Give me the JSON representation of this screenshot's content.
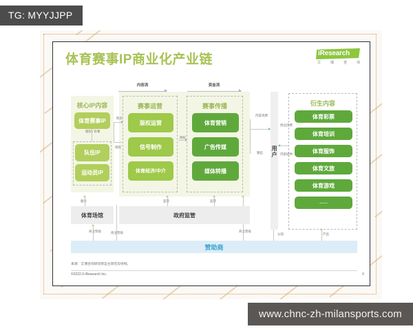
{
  "overlays": {
    "tg_badge": "TG: MYYJJPP",
    "watermark_url": "www.chnc-zh-milansports.com"
  },
  "slide": {
    "title": "体育赛事IP商业化产业链",
    "logo": {
      "name": "iResearch",
      "sub_chars": [
        "艾",
        "瑞",
        "咨",
        "询"
      ]
    },
    "flows": [
      {
        "label": "内容流"
      },
      {
        "label": "资金流"
      }
    ],
    "columns": {
      "core": {
        "title": "核心IP内容",
        "items": [
          {
            "label": "体育赛事IP"
          },
          {
            "label": "队伍IP"
          },
          {
            "label": "运动员IP"
          }
        ]
      },
      "operation": {
        "title": "赛事运营",
        "items": [
          {
            "label": "版权运营"
          },
          {
            "label": "信号制作"
          },
          {
            "label": "体育经济/中介"
          }
        ]
      },
      "spread": {
        "title": "赛事传播",
        "items": [
          {
            "label": "体育营销"
          },
          {
            "label": "广告传媒"
          },
          {
            "label": "媒体转播"
          }
        ]
      },
      "derivative": {
        "title": "衍生内容",
        "items": [
          {
            "label": "体育彩票"
          },
          {
            "label": "体育培训"
          },
          {
            "label": "体育服饰"
          },
          {
            "label": "体育文旅"
          },
          {
            "label": "体育游戏"
          },
          {
            "label": "……"
          }
        ]
      }
    },
    "user_column": {
      "label": "用户"
    },
    "bottom_boxes": [
      {
        "label": "体育场馆"
      },
      {
        "label": "政府监管"
      }
    ],
    "sponsor_bar": {
      "label": "赞助商"
    },
    "connector_labels": {
      "copyright_license": "版权 / 形象",
      "purchase": "购买",
      "authorize_left": "授权",
      "authorize_mid": "授权",
      "content_consume": "内容消费",
      "around_consume": "周边消费",
      "content_provide": "内容提供",
      "output": "输出",
      "service": "服务",
      "supervise_1": "监管",
      "supervise_2": "监管",
      "sponsor_1": "商业赞助",
      "sponsor_2": "商业赞助",
      "sponsor_3": "商业赞助",
      "cognition": "认知",
      "produce": "产出"
    },
    "source_note": "来源：艾瑞咨询研究院自主研究及绘制。",
    "copyright": "©2022.9 iResearch Inc.",
    "page_number": "8"
  },
  "colors": {
    "brand_green": "#8dc63f",
    "title_green": "#a8c255",
    "panel_bg": "#f3f6e4",
    "sponsor_blue": "#dcedf7",
    "sponsor_text": "#3aa2d0",
    "frame_gold": "#d79a52"
  }
}
